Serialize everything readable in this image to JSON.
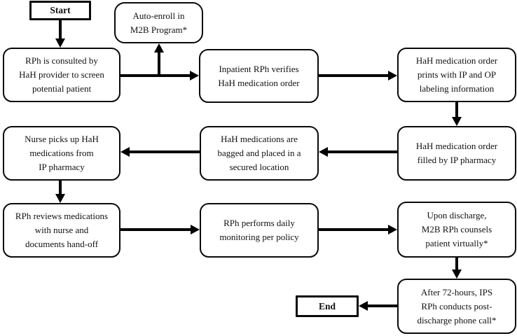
{
  "flowchart": {
    "colors": {
      "line": "#000000",
      "node_fill": "#ffffff",
      "text": "#111111",
      "background": "#ffffff"
    },
    "nodes": [
      {
        "id": "start",
        "type": "terminator",
        "label": "Start"
      },
      {
        "id": "auto-enroll",
        "type": "process",
        "label": "Auto-enroll in\nM2B Program*"
      },
      {
        "id": "consult",
        "type": "process",
        "label": "RPh is consulted by\nHaH provider to screen\npotential patient"
      },
      {
        "id": "verify",
        "type": "process",
        "label": "Inpatient RPh verifies\nHaH medication order"
      },
      {
        "id": "prints",
        "type": "process",
        "label": "HaH medication order\nprints with IP and OP\nlabeling information"
      },
      {
        "id": "filled",
        "type": "process",
        "label": "HaH medication order\nfilled by IP pharmacy"
      },
      {
        "id": "bagged",
        "type": "process",
        "label": "HaH medications are\nbagged and placed in a\nsecured location"
      },
      {
        "id": "nurse-pickup",
        "type": "process",
        "label": "Nurse picks up HaH\nmedications from\nIP pharmacy"
      },
      {
        "id": "handoff",
        "type": "process",
        "label": "RPh reviews medications\nwith nurse and\ndocuments hand-off"
      },
      {
        "id": "monitoring",
        "type": "process",
        "label": "RPh performs daily\nmonitoring per policy"
      },
      {
        "id": "counsel",
        "type": "process",
        "label": "Upon discharge,\nM2B RPh counsels\npatient virtually*"
      },
      {
        "id": "post-call",
        "type": "process",
        "label": "After 72-hours, IPS\nRPh conducts post-\ndischarge phone call*"
      },
      {
        "id": "end",
        "type": "terminator",
        "label": "End"
      }
    ],
    "edges": [
      {
        "from": "start",
        "to": "consult"
      },
      {
        "from": "consult",
        "to": "verify"
      },
      {
        "from": "consult",
        "to": "auto-enroll"
      },
      {
        "from": "verify",
        "to": "prints"
      },
      {
        "from": "prints",
        "to": "filled"
      },
      {
        "from": "filled",
        "to": "bagged"
      },
      {
        "from": "bagged",
        "to": "nurse-pickup"
      },
      {
        "from": "nurse-pickup",
        "to": "handoff"
      },
      {
        "from": "handoff",
        "to": "monitoring"
      },
      {
        "from": "monitoring",
        "to": "counsel"
      },
      {
        "from": "counsel",
        "to": "post-call"
      },
      {
        "from": "post-call",
        "to": "end"
      }
    ]
  }
}
